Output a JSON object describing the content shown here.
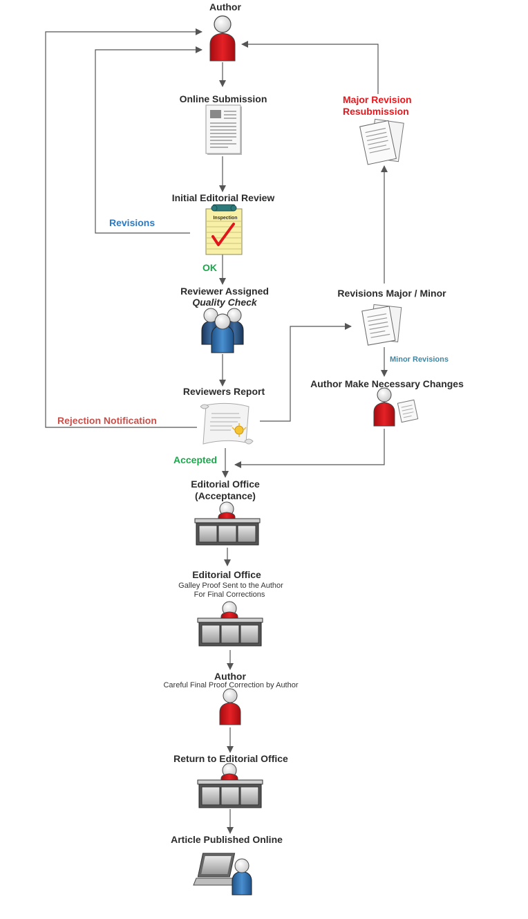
{
  "nodes": {
    "author_top": "Author",
    "online_submission": "Online Submission",
    "initial_review": "Initial Editorial Review",
    "inspection_tag": "Inspection",
    "reviewer_assigned": "Reviewer Assigned",
    "quality_check": "Quality Check",
    "reviewers_report": "Reviewers Report",
    "major_revision_1": "Major Revision",
    "major_revision_2": "Resubmission",
    "revisions_major_minor": "Revisions Major / Minor",
    "author_changes": "Author  Make Necessary Changes",
    "editorial_acceptance_1": "Editorial Office",
    "editorial_acceptance_2": "(Acceptance)",
    "editorial_galley_title": "Editorial Office",
    "editorial_galley_sub1": "Galley  Proof  Sent to the Author",
    "editorial_galley_sub2": "For Final Corrections",
    "author_final_title": "Author",
    "author_final_sub": "Careful Final Proof  Correction by  Author",
    "return_editorial": "Return to Editorial Office",
    "published": "Article Published Online"
  },
  "edges": {
    "revisions": "Revisions",
    "ok": "OK",
    "rejection": "Rejection Notification",
    "accepted": "Accepted",
    "minor_revisions": "Minor Revisions"
  },
  "colors": {
    "person_red": "#d0141a",
    "person_blue": "#2f72b3",
    "person_navy": "#25476f",
    "arrow": "#555555",
    "label_red": "#e8161b",
    "label_blue": "#2b79c2",
    "label_green": "#1aa84b",
    "label_rose": "#c8504a"
  },
  "icons": [
    "person-icon",
    "document-icon",
    "inspection-clipboard-icon",
    "reviewer-group-icon",
    "certificate-scroll-icon",
    "documents-stack-icon",
    "desk-icon",
    "laptop-user-icon"
  ]
}
